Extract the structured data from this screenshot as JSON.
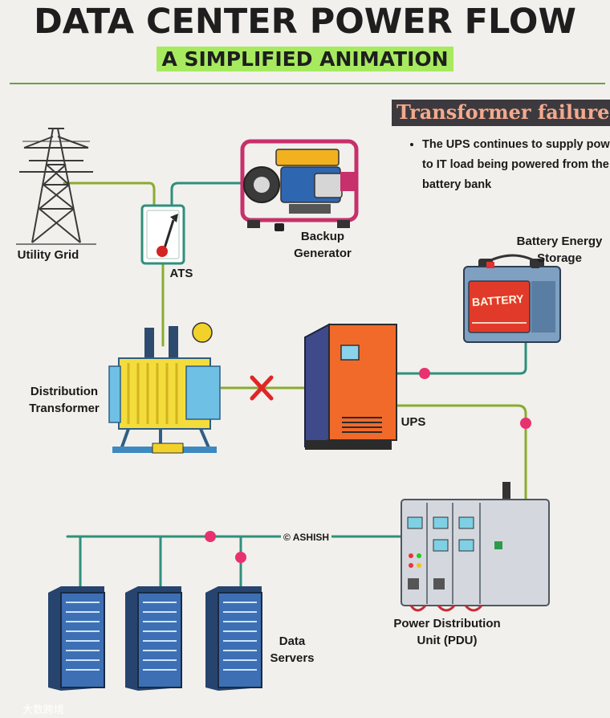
{
  "title": "DATA CENTER POWER FLOW",
  "subtitle": "A SIMPLIFIED ANIMATION",
  "scenario": {
    "heading": "Transformer failure",
    "bullet": "The UPS continues to supply power to IT load being powered from the battery bank"
  },
  "labels": {
    "utility_grid": "Utility Grid",
    "ats": "ATS",
    "backup_generator_line1": "Backup",
    "backup_generator_line2": "Generator",
    "battery_line1": "Battery Energy",
    "battery_line2": "Storage",
    "battery_text": "BATTERY",
    "transformer_line1": "Distribution",
    "transformer_line2": "Transformer",
    "ups": "UPS",
    "pdu_line1": "Power Distribution",
    "pdu_line2": "Unit (PDU)",
    "servers_line1": "Data",
    "servers_line2": "Servers",
    "copyright": "© ASHISH",
    "watermark": "大数跨境"
  },
  "colors": {
    "line": "#8aab2f",
    "teal": "#2f8f7c",
    "node": "#e8326f",
    "fault": "#e02525",
    "accent": "#a7ea5f"
  },
  "icons": [
    "power-tower-icon",
    "generator-icon",
    "ats-switch-icon",
    "battery-icon",
    "transformer-icon",
    "ups-cabinet-icon",
    "pdu-panel-icon",
    "server-rack-icon",
    "fault-x-icon"
  ]
}
